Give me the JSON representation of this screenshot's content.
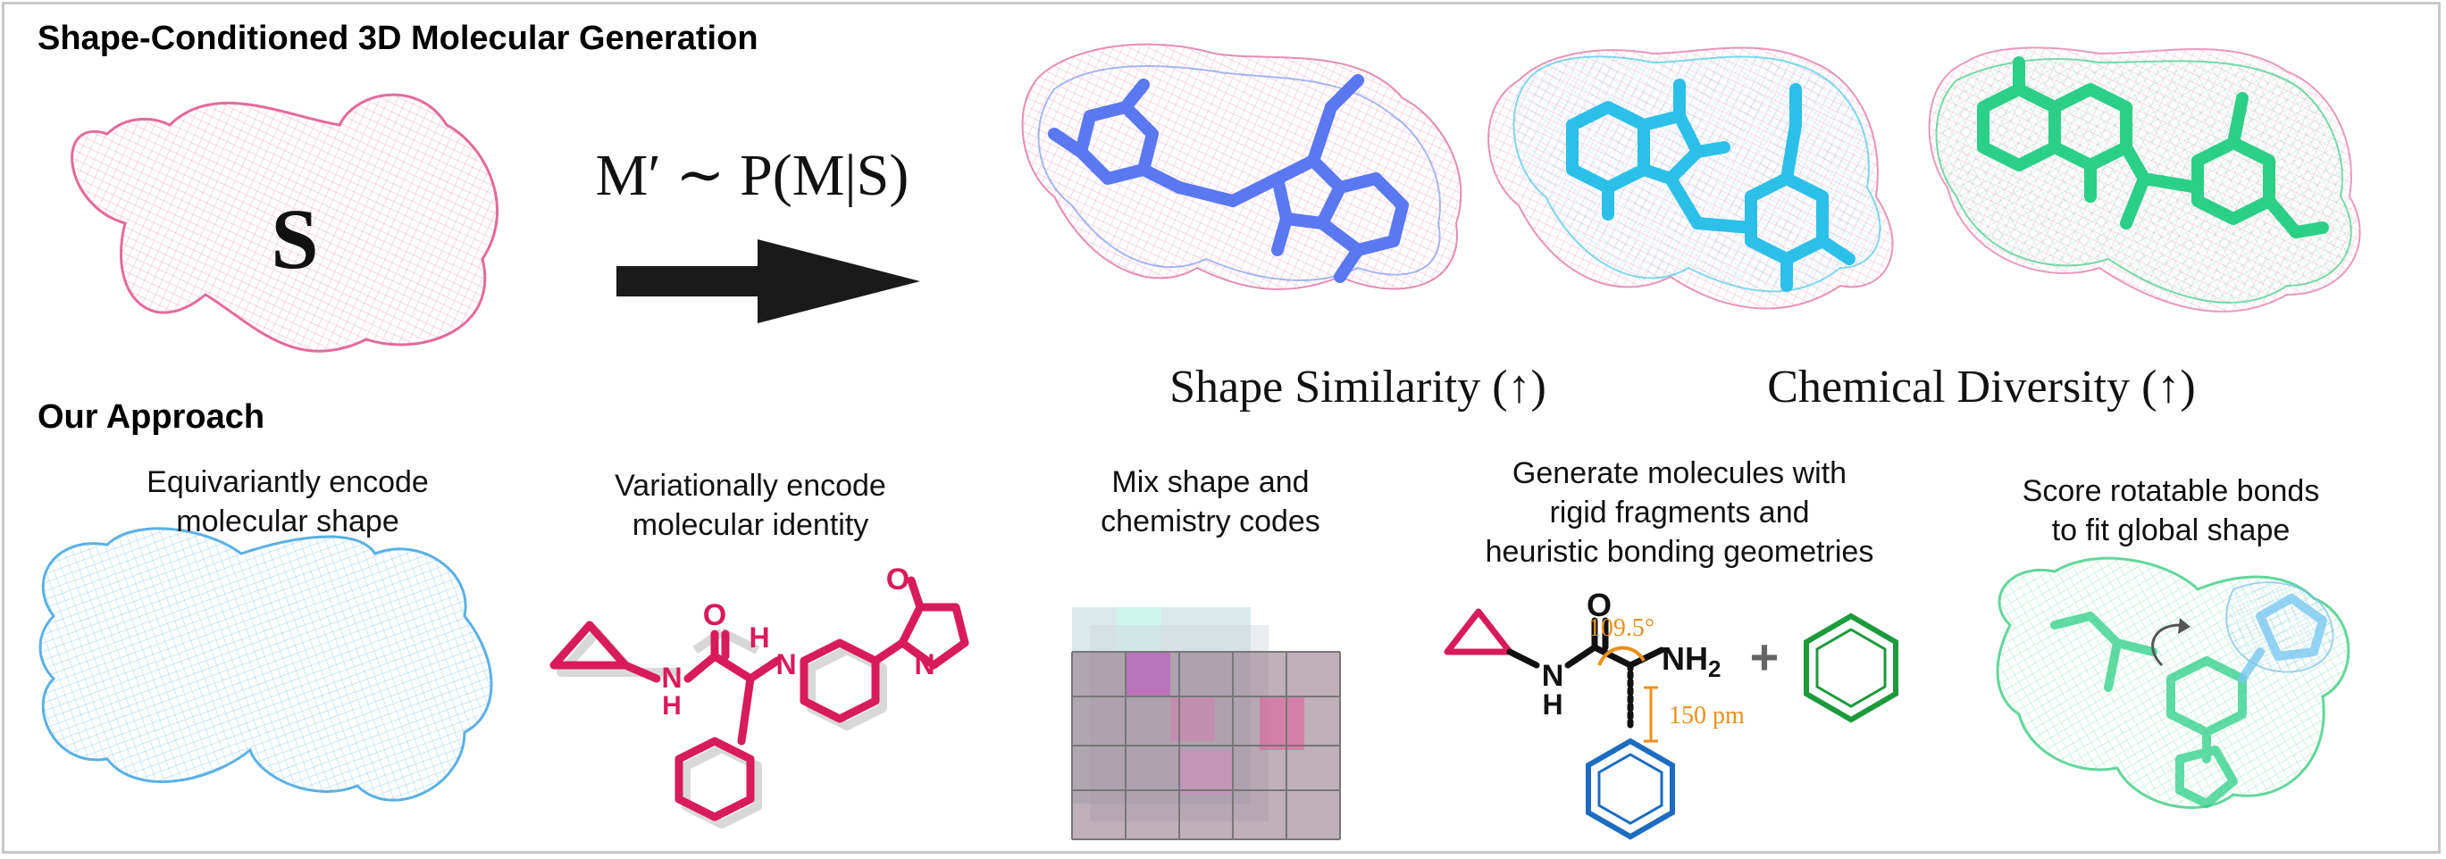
{
  "header": {
    "title": "Shape-Conditioned 3D Molecular Generation"
  },
  "shape_symbol": "S",
  "equation": "M′ ∼ P(M|S)",
  "criteria": {
    "similarity": "Shape Similarity (↑)",
    "diversity": "Chemical Diversity (↑)"
  },
  "approach": {
    "title": "Our Approach",
    "steps": [
      {
        "line1": "Equivariantly encode",
        "line2": "molecular shape"
      },
      {
        "line1": "Variationally encode",
        "line2": "molecular identity"
      },
      {
        "line1": "Mix shape and",
        "line2": "chemistry codes"
      },
      {
        "line1": "Generate molecules with",
        "line2": "rigid fragments and",
        "line3": "heuristic bonding geometries"
      },
      {
        "line1": "Score rotatable bonds",
        "line2": "to fit global shape"
      }
    ]
  },
  "atoms": {
    "oxygen": "O",
    "nitrogen": "N",
    "hydrogen": "H",
    "amine": "NH",
    "amine_sub": "2",
    "plus": "+"
  },
  "annotations": {
    "angle": "109.5°",
    "bond_length": "150 pm"
  },
  "colors": {
    "pink": "#e0407a",
    "crimson": "#d81b5a",
    "blue": "#5a78f0",
    "cyan": "#2cc0e8",
    "green": "#2ccf86",
    "light_blue": "#5ab0e8",
    "orange": "#e8901c",
    "dark_blue": "#1c6cc0",
    "dark_green": "#1c9a3c"
  }
}
